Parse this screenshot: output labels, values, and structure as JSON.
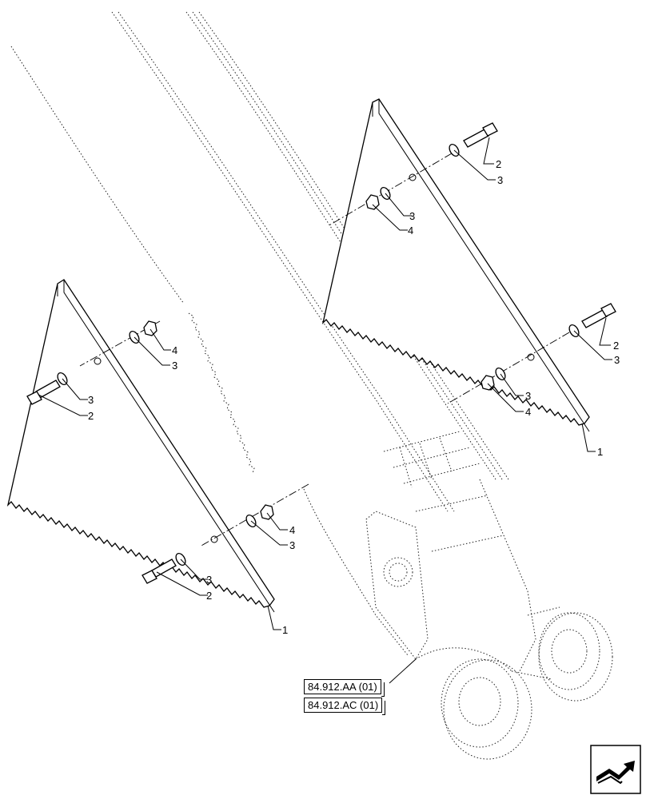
{
  "callouts": {
    "upper_right": {
      "bolt_top": "2",
      "washer_top": "3",
      "washer_mid": "3",
      "nut_mid": "4",
      "bolt_low": "2",
      "washer_low": "3",
      "washer_low2": "3",
      "nut_low": "4",
      "plate": "1"
    },
    "left": {
      "nut_top": "4",
      "washer_top": "3",
      "washer_bolt": "3",
      "bolt_top": "2",
      "nut_low": "4",
      "washer_low": "3",
      "washer_bolt_low": "3",
      "bolt_low": "2",
      "plate": "1"
    }
  },
  "references": [
    "84.912.AA (01)",
    "84.912.AC (01)"
  ],
  "icons": {
    "navigation": "return-arrow-icon"
  }
}
